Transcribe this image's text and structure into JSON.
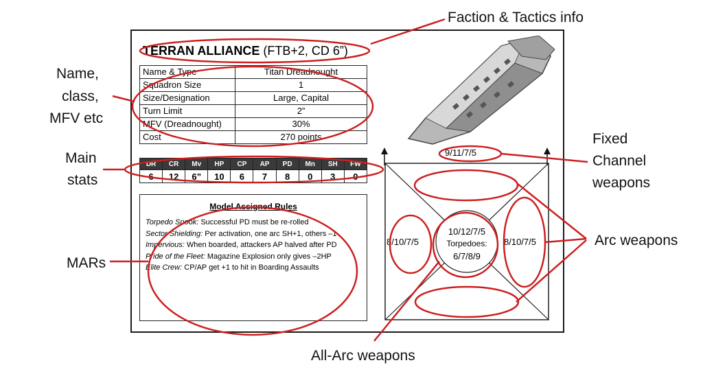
{
  "callouts": {
    "faction_tactics": "Faction & Tactics info",
    "name_class": [
      "Name,",
      "class,",
      "MFV etc"
    ],
    "main_stats": [
      "Main",
      "stats"
    ],
    "mars": "MARs",
    "fixed_channel": [
      "Fixed",
      "Channel",
      "weapons"
    ],
    "arc_weapons": "Arc weapons",
    "all_arc": "All-Arc weapons"
  },
  "card": {
    "faction_name": "TERRAN ALLIANCE",
    "faction_sub": "(FTB+2, CD 6”)",
    "info_rows": [
      {
        "label": "Name & Type",
        "value": "Titan Dreadnought"
      },
      {
        "label": "Squadron Size",
        "value": "1"
      },
      {
        "label": "Size/Designation",
        "value": "Large, Capital"
      },
      {
        "label": "Turn Limit",
        "value": "2”"
      },
      {
        "label": "MFV (Dreadnought)",
        "value": "30%"
      },
      {
        "label": "Cost",
        "value": "270 points"
      }
    ],
    "stats": {
      "headers": [
        "DR",
        "CR",
        "Mv",
        "HP",
        "CP",
        "AP",
        "PD",
        "Mn",
        "SH",
        "FW"
      ],
      "values": [
        "6",
        "12",
        "6”",
        "10",
        "6",
        "7",
        "8",
        "0",
        "3",
        "0"
      ]
    },
    "mars_title": "Model Assigned Rules",
    "rules": [
      {
        "name": "Torpedo Spook:",
        "text": " Successful PD must be re-rolled"
      },
      {
        "name": "Sector Shielding:",
        "text": "  Per activation, one arc SH+1, others –1"
      },
      {
        "name": "Impervious:",
        "text": " When boarded, attackers AP halved after PD"
      },
      {
        "name": "Pride of the Fleet:",
        "text": " Magazine Explosion only gives –2HP"
      },
      {
        "name": "Elite Crew:",
        "text": "  CP/AP get +1 to hit in Boarding Assaults"
      }
    ],
    "weapons": {
      "fixed_channel": "9/11/7/5",
      "left_arc": "8/10/7/5",
      "right_arc": "8/10/7/5",
      "all_arc_line1": "10/12/7/5",
      "all_arc_line2": "Torpedoes:",
      "all_arc_line3": "6/7/8/9"
    }
  },
  "colors": {
    "annotation": "#cc1f1f",
    "stats_header": "#3a3a3a",
    "border": "#1a1a1a"
  }
}
